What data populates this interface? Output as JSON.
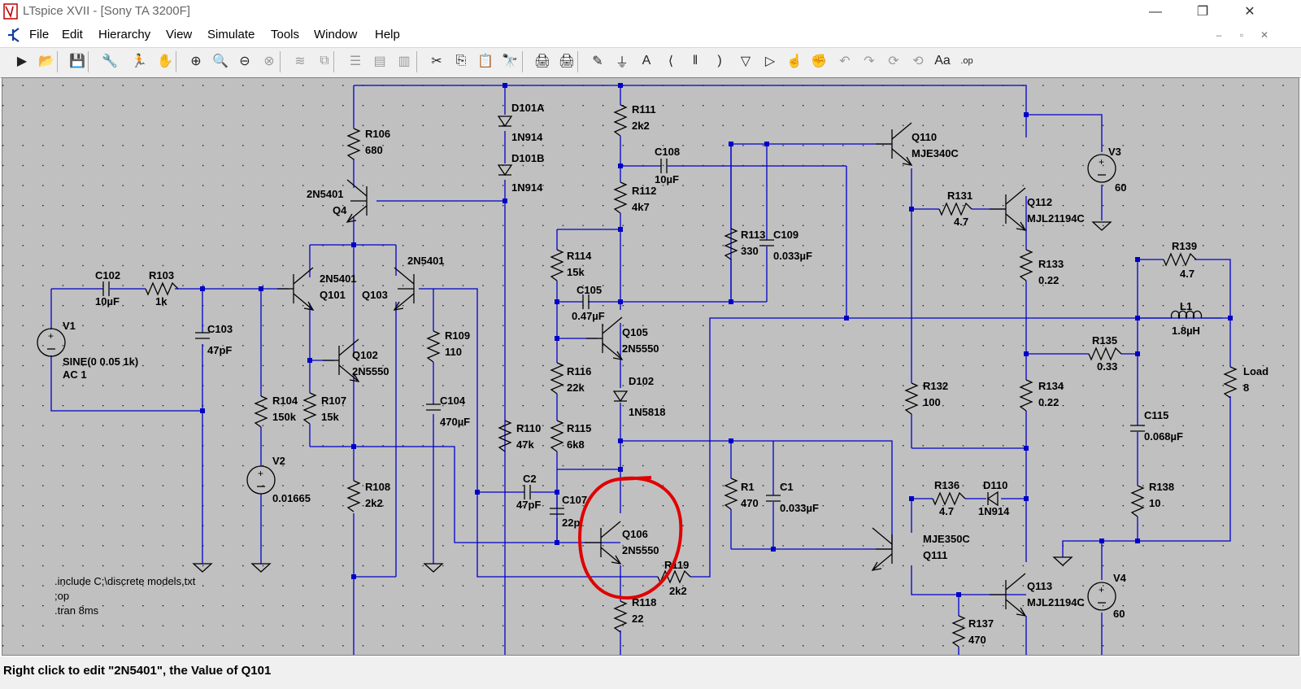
{
  "window": {
    "title": "LTspice XVII - [Sony TA 3200F]",
    "minimize": "—",
    "restore": "❐",
    "close": "✕"
  },
  "menu": [
    "File",
    "Edit",
    "Hierarchy",
    "View",
    "Simulate",
    "Tools",
    "Window",
    "Help"
  ],
  "mdi_controls": [
    "–",
    "▫",
    "✕"
  ],
  "toolbar_icons": [
    "run-icon",
    "open-icon",
    "save-icon",
    "control-panel-icon",
    "run-sim-icon",
    "halt-icon",
    "zoom-in-icon",
    "zoom-pan-icon",
    "zoom-out-icon",
    "zoom-cancel-icon",
    "autorange-icon",
    "view-fft-icon",
    "tile-horizontal-icon",
    "cascade-icon",
    "tile-vertical-icon",
    "cut-icon",
    "copy-icon",
    "paste-icon",
    "find-icon",
    "print-setup-icon",
    "print-icon",
    "draw-wire-icon",
    "ground-icon",
    "label-net-icon",
    "resistor-icon",
    "capacitor-icon",
    "inductor-icon",
    "diode-icon",
    "component-icon",
    "move-icon",
    "drag-icon",
    "undo-icon",
    "redo-icon",
    "rotate-icon",
    "mirror-icon",
    "text-icon",
    "spice-directive-icon"
  ],
  "schematic": {
    "labels": [
      {
        "id": "R106",
        "t": "R106"
      },
      {
        "id": "R106v",
        "t": "680"
      },
      {
        "id": "D101A",
        "t": "D101A"
      },
      {
        "id": "D101Av",
        "t": "1N914"
      },
      {
        "id": "D101B",
        "t": "D101B"
      },
      {
        "id": "D101Bv",
        "t": "1N914"
      },
      {
        "id": "R111",
        "t": "R111"
      },
      {
        "id": "R111v",
        "t": "2k2"
      },
      {
        "id": "C108",
        "t": "C108"
      },
      {
        "id": "C108v",
        "t": "10µF"
      },
      {
        "id": "R112",
        "t": "R112"
      },
      {
        "id": "R112v",
        "t": "4k7"
      },
      {
        "id": "Q110",
        "t": "Q110"
      },
      {
        "id": "Q110v",
        "t": "MJE340C"
      },
      {
        "id": "V3",
        "t": "V3"
      },
      {
        "id": "V3v",
        "t": "60"
      },
      {
        "id": "Q4m",
        "t": "2N5401"
      },
      {
        "id": "Q4",
        "t": "Q4"
      },
      {
        "id": "R131",
        "t": "R131"
      },
      {
        "id": "R131v",
        "t": "4.7"
      },
      {
        "id": "Q112",
        "t": "Q112"
      },
      {
        "id": "Q112v",
        "t": "MJL21194C"
      },
      {
        "id": "R113",
        "t": "R113"
      },
      {
        "id": "R113v",
        "t": "330"
      },
      {
        "id": "C109",
        "t": "C109"
      },
      {
        "id": "C109v",
        "t": "0.033µF"
      },
      {
        "id": "R114",
        "t": "R114"
      },
      {
        "id": "R114v",
        "t": "15k"
      },
      {
        "id": "R139",
        "t": "R139"
      },
      {
        "id": "R139v",
        "t": "4.7"
      },
      {
        "id": "R133",
        "t": "R133"
      },
      {
        "id": "R133v",
        "t": "0.22"
      },
      {
        "id": "C102",
        "t": "C102"
      },
      {
        "id": "C102v",
        "t": "10µF"
      },
      {
        "id": "R103",
        "t": "R103"
      },
      {
        "id": "R103v",
        "t": "1k"
      },
      {
        "id": "Q101m",
        "t": "2N5401"
      },
      {
        "id": "Q101",
        "t": "Q101"
      },
      {
        "id": "Q103m",
        "t": "2N5401"
      },
      {
        "id": "Q103",
        "t": "Q103"
      },
      {
        "id": "C105",
        "t": "C105"
      },
      {
        "id": "C105v",
        "t": "0.47µF"
      },
      {
        "id": "L1",
        "t": "L1"
      },
      {
        "id": "L1v",
        "t": "1.8µH"
      },
      {
        "id": "V1",
        "t": "V1"
      },
      {
        "id": "V1v1",
        "t": "SINE(0 0.05 1k)"
      },
      {
        "id": "V1v2",
        "t": "AC 1"
      },
      {
        "id": "C103",
        "t": "C103"
      },
      {
        "id": "C103v",
        "t": "47pF"
      },
      {
        "id": "R109",
        "t": "R109"
      },
      {
        "id": "R109v",
        "t": "110"
      },
      {
        "id": "Q105",
        "t": "Q105"
      },
      {
        "id": "Q105v",
        "t": "2N5550"
      },
      {
        "id": "R135",
        "t": "R135"
      },
      {
        "id": "R135v",
        "t": "0.33"
      },
      {
        "id": "Q102",
        "t": "Q102"
      },
      {
        "id": "Q102v",
        "t": "2N5550"
      },
      {
        "id": "R116",
        "t": "R116"
      },
      {
        "id": "R116v",
        "t": "22k"
      },
      {
        "id": "D102",
        "t": "D102"
      },
      {
        "id": "D102v",
        "t": "1N5818"
      },
      {
        "id": "Load",
        "t": "Load"
      },
      {
        "id": "Loadv",
        "t": "8"
      },
      {
        "id": "R132",
        "t": "R132"
      },
      {
        "id": "R132v",
        "t": "100"
      },
      {
        "id": "R134",
        "t": "R134"
      },
      {
        "id": "R134v",
        "t": "0.22"
      },
      {
        "id": "R104",
        "t": "R104"
      },
      {
        "id": "R104v",
        "t": "150k"
      },
      {
        "id": "R107",
        "t": "R107"
      },
      {
        "id": "R107v",
        "t": "15k"
      },
      {
        "id": "C104",
        "t": "C104"
      },
      {
        "id": "C104v",
        "t": "470µF"
      },
      {
        "id": "C115",
        "t": "C115"
      },
      {
        "id": "C115v",
        "t": "0.068µF"
      },
      {
        "id": "R110",
        "t": "R110"
      },
      {
        "id": "R110v",
        "t": "47k"
      },
      {
        "id": "R115",
        "t": "R115"
      },
      {
        "id": "R115v",
        "t": "6k8"
      },
      {
        "id": "V2",
        "t": "V2"
      },
      {
        "id": "V2v",
        "t": "0.01665"
      },
      {
        "id": "C2",
        "t": "C2"
      },
      {
        "id": "C2v",
        "t": "47pF"
      },
      {
        "id": "R108",
        "t": "R108"
      },
      {
        "id": "R108v",
        "t": "2k2"
      },
      {
        "id": "C107",
        "t": "C107"
      },
      {
        "id": "C107v",
        "t": "22p"
      },
      {
        "id": "R1",
        "t": "R1"
      },
      {
        "id": "R1v",
        "t": "470"
      },
      {
        "id": "C1",
        "t": "C1"
      },
      {
        "id": "C1v",
        "t": "0.033µF"
      },
      {
        "id": "R136",
        "t": "R136"
      },
      {
        "id": "R136v",
        "t": "4.7"
      },
      {
        "id": "D110",
        "t": "D110"
      },
      {
        "id": "D110v",
        "t": "1N914"
      },
      {
        "id": "R138",
        "t": "R138"
      },
      {
        "id": "R138v",
        "t": "10"
      },
      {
        "id": "Q106",
        "t": "Q106"
      },
      {
        "id": "Q106v",
        "t": "2N5550"
      },
      {
        "id": "Q111m",
        "t": "MJE350C"
      },
      {
        "id": "Q111",
        "t": "Q111"
      },
      {
        "id": "R119",
        "t": "R119"
      },
      {
        "id": "R119v",
        "t": "2k2"
      },
      {
        "id": "V4",
        "t": "V4"
      },
      {
        "id": "V4v",
        "t": "60"
      },
      {
        "id": "Q113",
        "t": "Q113"
      },
      {
        "id": "Q113v",
        "t": "MJL21194C"
      },
      {
        "id": "R118",
        "t": "R118"
      },
      {
        "id": "R118v",
        "t": "22"
      },
      {
        "id": "R137",
        "t": "R137"
      },
      {
        "id": "R137v",
        "t": "470"
      },
      {
        "id": "dir1",
        "t": ".include C:\\discrete models.txt"
      },
      {
        "id": "dir2",
        "t": ";op"
      },
      {
        "id": "dir3",
        "t": ".tran 8ms"
      }
    ]
  },
  "status": "Right click to edit \"2N5401\", the Value of Q101",
  "colors": {
    "wire": "#0000c8",
    "label": "#000000",
    "annotation": "#e00000",
    "canvas": "#c0c0c0"
  }
}
